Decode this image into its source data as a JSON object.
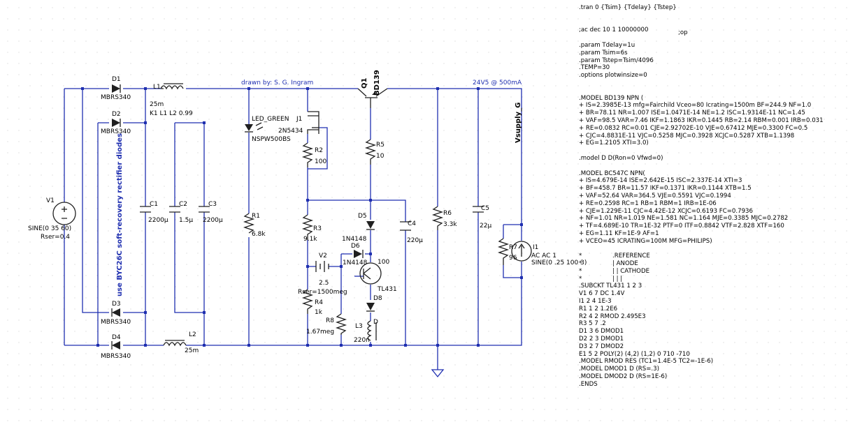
{
  "diagram": {
    "header": {
      "drawn_by": "drawn by: S. G. Ingram",
      "supply": "24V5 @ 500mA",
      "net_label": "Vsupply_G"
    },
    "sources": {
      "v1": {
        "name": "V1",
        "value": "SINE(0 35 60)",
        "rser": "Rser=0.4"
      },
      "v2": {
        "name": "V2",
        "value": "2.5",
        "rser": "Rser=1500meg"
      },
      "i1": {
        "name": "I1",
        "value": "AC AC 1",
        "extra": "SINE(0 .25 100 3)"
      }
    },
    "diodes": {
      "d1": {
        "name": "D1",
        "model": "MBRS340"
      },
      "d2": {
        "name": "D2",
        "model": "MBRS340"
      },
      "d3": {
        "name": "D3",
        "model": "MBRS340"
      },
      "d4": {
        "name": "D4",
        "model": "MBRS340"
      },
      "d5": {
        "name": "D5"
      },
      "d6": {
        "name": "D6",
        "model": "1N4148"
      },
      "d6_model_top": "1N4148",
      "d8": {
        "name": "D8"
      },
      "d_extra": "D",
      "rectifier_note": "use BYC26C soft-recovery rectifier diodes"
    },
    "inductors": {
      "l1": {
        "name": "L1",
        "value": "25m"
      },
      "l2": {
        "name": "L2",
        "value": "25m"
      },
      "l3": {
        "name": "L3",
        "value": "220n"
      },
      "coupling": "K1 L1 L2 0.99"
    },
    "capacitors": {
      "c1": {
        "name": "C1",
        "value": "2200µ"
      },
      "c2": {
        "name": "C2",
        "value": "1.5µ"
      },
      "c3": {
        "name": "C3",
        "value": "2200µ"
      },
      "c4": {
        "name": "C4",
        "value": "220µ"
      },
      "c5": {
        "name": "C5",
        "value": "22µ"
      }
    },
    "resistors": {
      "r1": {
        "name": "R1",
        "value": "6.8k"
      },
      "r2": {
        "name": "R2",
        "value": "100"
      },
      "r3": {
        "name": "R3",
        "value": "9.1k"
      },
      "r4": {
        "name": "R4",
        "value": "1k"
      },
      "r5": {
        "name": "R5",
        "value": "10"
      },
      "r6": {
        "name": "R6",
        "value": "3.3k"
      },
      "r7": {
        "name": "R7",
        "value": "96"
      },
      "r8": {
        "name": "R8",
        "value": "1.67meg"
      }
    },
    "semis": {
      "led": {
        "name": "LED_GREEN",
        "model": "NSPW500BS"
      },
      "j1": {
        "name": "J1",
        "model": "2N5434"
      },
      "q1": {
        "name": "Q1",
        "model": "BD139"
      },
      "tl431": {
        "name": "TL431",
        "value": "100"
      }
    }
  },
  "directives": {
    "tran": ".tran 0 {Tsim} {Tdelay} {Tstep}",
    "ac": ";ac dec 10 1 10000000",
    "op": ";op",
    "params": [
      ".param Tdelay=1u",
      ".param Tsim=6s",
      ".param Tstep=Tsim/4096",
      ".TEMP=30",
      ".options plotwinsize=0"
    ],
    "bd139_model": [
      ".MODEL BD139 NPN (",
      "+ IS=2.3985E-13 mfg=Fairchild Vceo=80 Icrating=1500m BF=244.9 NF=1.0",
      "+ BR=78.11 NR=1.007 ISE=1.0471E-14 NE=1.2 ISC=1.9314E-11 NC=1.45",
      "+ VAF=98.5 VAR=7.46 IKF=1.1863 IKR=0.1445 RB=2.14 RBM=0.001 IRB=0.031",
      "+ RE=0.0832 RC=0.01 CJE=2.92702E-10 VJE=0.67412 MJE=0.3300 FC=0.5",
      "+ CJC=4.8831E-11 VJC=0.5258 MJC=0.3928 XCJC=0.5287 XTB=1.1398",
      "+ EG=1.2105 XTI=3.0)"
    ],
    "diode_model": ".model D D(Ron=0 Vfwd=0)",
    "bc547_model": [
      ".MODEL BC547C NPN(",
      "+ IS=4.679E-14 ISE=2.642E-15 ISC=2.337E-14 XTI=3",
      "+ BF=458.7 BR=11.57 IKF=0.1371 IKR=0.1144 XTB=1.5",
      "+ VAF=52.64 VAR=364.5 VJE=0.5591 VJC=0.1994",
      "+ RE=0.2598 RC=1 RB=1 RBM=1 IRB=1E-06",
      "+ CJE=1.229E-11 CJC=4.42E-12 XCJC=0.6193 FC=0.7936",
      "+ NF=1.01 NR=1.019 NE=1.581 NC=1.164 MJE=0.3385 MJC=0.2782",
      "+ TF=4.689E-10 TR=1E-32 PTF=0 ITF=0.8842 VTF=2.828 XTF=160",
      "+ EG=1.11 KF=1E-9 AF=1",
      "+ VCEO=45 ICRATING=100M MFG=PHILIPS)"
    ],
    "tl431_subckt": [
      "*                .REFERENCE",
      "*                | ANODE",
      "*                | | CATHODE",
      "*                | | |",
      ".SUBCKT TL431 1 2 3",
      "V1 6 7 DC 1.4V",
      "I1 2 4 1E-3",
      "R1 1 2 1.2E6",
      "R2 4 2 RMOD 2.495E3",
      "R3 5 7 .2",
      "D1 3 6 DMOD1",
      "D2 2 3 DMOD1",
      "D3 2 7 DMOD2",
      "E1 5 2 POLY(2) (4,2) (1,2) 0 710 -710",
      ".MODEL RMOD RES (TC1=1.4E-5 TC2=-1E-6)",
      ".MODEL DMOD1 D (RS=.3)",
      ".MODEL DMOD2 D (RS=1E-6)",
      ".ENDS"
    ]
  }
}
